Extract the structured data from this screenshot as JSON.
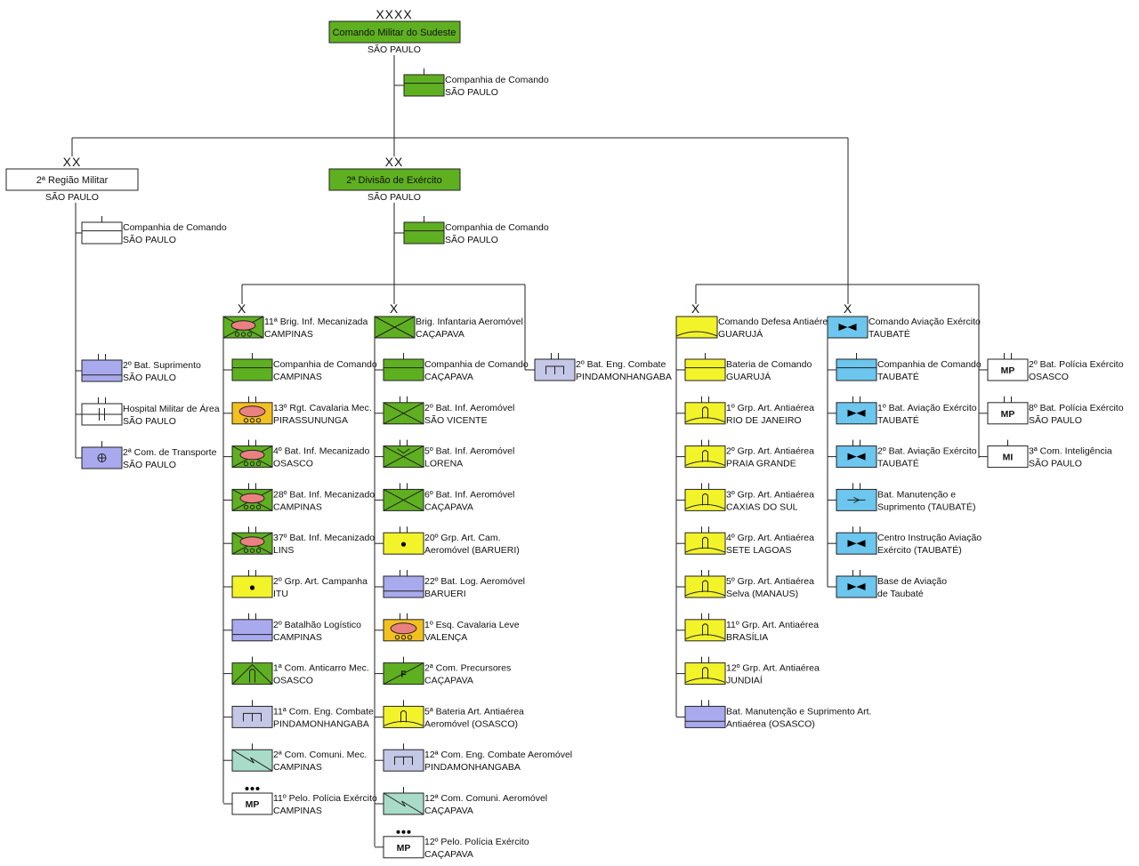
{
  "colors": {
    "infantry": "#5fb020",
    "artillery": "#f3f32a",
    "support": "#a9a9ee",
    "engineer": "#c4c7e6",
    "signal": "#a8dcc8",
    "aviation": "#6cc6ee",
    "cavalry_fill": "#f2c11e",
    "cavalry_oval": "#ea8080",
    "white": "#ffffff",
    "line": "#222222"
  },
  "top": {
    "echelon": "XXXX",
    "name": "Comando Militar do Sudeste",
    "location": "SÃO PAULO",
    "staff": {
      "l1": "Companhia de Comando",
      "l2": "SÃO PAULO"
    }
  },
  "regiao": {
    "echelon": "XX",
    "name": "2ª Região Militar",
    "location": "SÃO PAULO",
    "staff": {
      "l1": "Companhia de Comando",
      "l2": "SÃO PAULO"
    },
    "units": [
      {
        "l1": "2º Bat. Suprimento",
        "l2": "SÃO PAULO"
      },
      {
        "l1": "Hospital Militar de Área",
        "l2": "SÃO PAULO"
      },
      {
        "l1": "2ª Com. de Transporte",
        "l2": "SÃO PAULO"
      }
    ]
  },
  "divisao": {
    "echelon": "XX",
    "name": "2ª Divisão de Exército",
    "location": "SÃO PAULO",
    "staff": {
      "l1": "Companhia de Comando",
      "l2": "SÃO PAULO"
    }
  },
  "brig11": {
    "echelon": "X",
    "l1": "11ª Brig. Inf. Mecanizada",
    "l2": "CAMPINAS",
    "units": [
      {
        "l1": "Companhia de Comando",
        "l2": "CAMPINAS"
      },
      {
        "l1": "13º Rgt. Cavalaria Mec.",
        "l2": "PIRASSUNUNGA"
      },
      {
        "l1": "4º Bat. Inf. Mecanizado",
        "l2": "OSASCO"
      },
      {
        "l1": "28º Bat. Inf. Mecanizado",
        "l2": "CAMPINAS"
      },
      {
        "l1": "37º Bat. Inf. Mecanizado",
        "l2": "LINS"
      },
      {
        "l1": "2º Grp. Art. Campanha",
        "l2": "ITU"
      },
      {
        "l1": "2º Batalhão Logístico",
        "l2": "CAMPINAS"
      },
      {
        "l1": "1ª Com. Anticarro Mec.",
        "l2": "OSASCO"
      },
      {
        "l1": "11ª Com. Eng. Combate",
        "l2": "PINDAMONHANGABA"
      },
      {
        "l1": "2ª Com. Comuni. Mec.",
        "l2": "CAMPINAS"
      },
      {
        "l1": "11º Pelo. Polícia Exército",
        "l2": "CAMPINAS",
        "label": "MP"
      }
    ]
  },
  "brigAero": {
    "echelon": "X",
    "l1": "Brig. Infantaria Aeromóvel",
    "l2": "CAÇAPAVA",
    "units": [
      {
        "l1": "Companhia de Comando",
        "l2": "CAÇAPAVA"
      },
      {
        "l1": "2º Bat. Inf. Aeromóvel",
        "l2": "SÃO VICENTE"
      },
      {
        "l1": "5º Bat. Inf. Aeromóvel",
        "l2": "LORENA"
      },
      {
        "l1": "6º Bat. Inf. Aeromóvel",
        "l2": "CAÇAPAVA"
      },
      {
        "l1": "20º Grp. Art. Cam.",
        "l2": "Aeromóvel (BARUERI)"
      },
      {
        "l1": "22º Bat. Log. Aeromóvel",
        "l2": "BARUERI"
      },
      {
        "l1": "1º Esq. Cavalaria Leve",
        "l2": "VALENÇA"
      },
      {
        "l1": "2ª Com. Precursores",
        "l2": "CAÇAPAVA",
        "label": "F"
      },
      {
        "l1": "5ª Bateria Art. Antiaérea",
        "l2": "Aeromóvel (OSASCO)"
      },
      {
        "l1": "12ª Com. Eng. Combate Aeromóvel",
        "l2": "PINDAMONHANGABA"
      },
      {
        "l1": "12ª Com. Comuni. Aeromóvel",
        "l2": "CAÇAPAVA"
      },
      {
        "l1": "12º Pelo. Polícia Exército",
        "l2": "CAÇAPAVA",
        "label": "MP"
      }
    ]
  },
  "engDiv": {
    "l1": "2º Bat. Eng. Combate",
    "l2": "PINDAMONHANGABA"
  },
  "antiaerea": {
    "echelon": "X",
    "l1": "Comando Defesa Antiaérea",
    "l2": "GUARUJÁ",
    "units": [
      {
        "l1": "Bateria de Comando",
        "l2": "GUARUJÁ"
      },
      {
        "l1": "1º Grp. Art. Antiaérea",
        "l2": "RIO DE JANEIRO"
      },
      {
        "l1": "2º Grp. Art. Antiaérea",
        "l2": "PRAIA GRANDE"
      },
      {
        "l1": "3º Grp. Art. Antiaérea",
        "l2": "CAXIAS DO SUL"
      },
      {
        "l1": "4º Grp. Art. Antiaérea",
        "l2": "SETE LAGOAS"
      },
      {
        "l1": "5º Grp. Art. Antiaérea",
        "l2": "Selva (MANAUS)"
      },
      {
        "l1": "11º Grp. Art. Antiaérea",
        "l2": "BRASÍLIA"
      },
      {
        "l1": "12º Grp. Art. Antiaérea",
        "l2": "JUNDIAÍ"
      },
      {
        "l1": "Bat. Manutenção e Suprimento Art.",
        "l2": "Antiaérea (OSASCO)"
      }
    ]
  },
  "aviacao": {
    "echelon": "X",
    "l1": "Comando Aviação Exército",
    "l2": "TAUBATÉ",
    "units": [
      {
        "l1": "Companhia de Comando",
        "l2": "TAUBATÉ"
      },
      {
        "l1": "1º Bat. Aviação Exército",
        "l2": "TAUBATÉ"
      },
      {
        "l1": "2º Bat. Aviação Exército",
        "l2": "TAUBATÉ"
      },
      {
        "l1": "Bat. Manutenção e",
        "l2": "Suprimento (TAUBATÉ)"
      },
      {
        "l1": "Centro Instrução Aviação",
        "l2": "Exército (TAUBATÉ)"
      },
      {
        "l1": "Base de Aviação",
        "l2": "de Taubaté"
      }
    ]
  },
  "mp": {
    "units": [
      {
        "l1": "2º Bat. Polícia Exército",
        "l2": "OSASCO",
        "label": "MP"
      },
      {
        "l1": "8º Bat. Polícia Exército",
        "l2": "SÃO PAULO",
        "label": "MP"
      },
      {
        "l1": "3ª Com. Inteligência",
        "l2": "SÃO PAULO",
        "label": "MI"
      }
    ]
  }
}
